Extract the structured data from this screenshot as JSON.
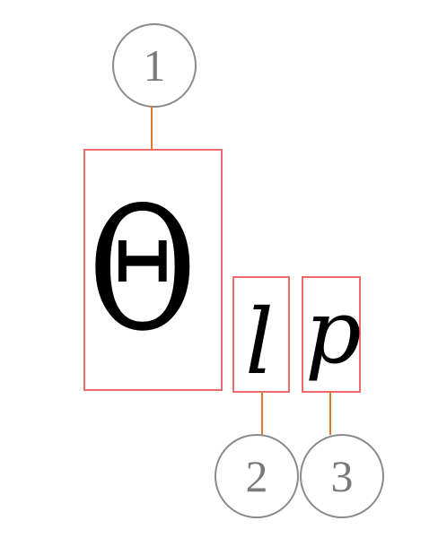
{
  "glyphs": {
    "theta": "Θ",
    "l": "l",
    "p": "p"
  },
  "badges": {
    "one": "1",
    "two": "2",
    "three": "3"
  },
  "colors": {
    "box_border": "#ee6b6b",
    "leader_line": "#e07a2f",
    "badge_border": "#8a8a8a",
    "badge_text": "#7a7a7a",
    "glyph": "#000000"
  }
}
